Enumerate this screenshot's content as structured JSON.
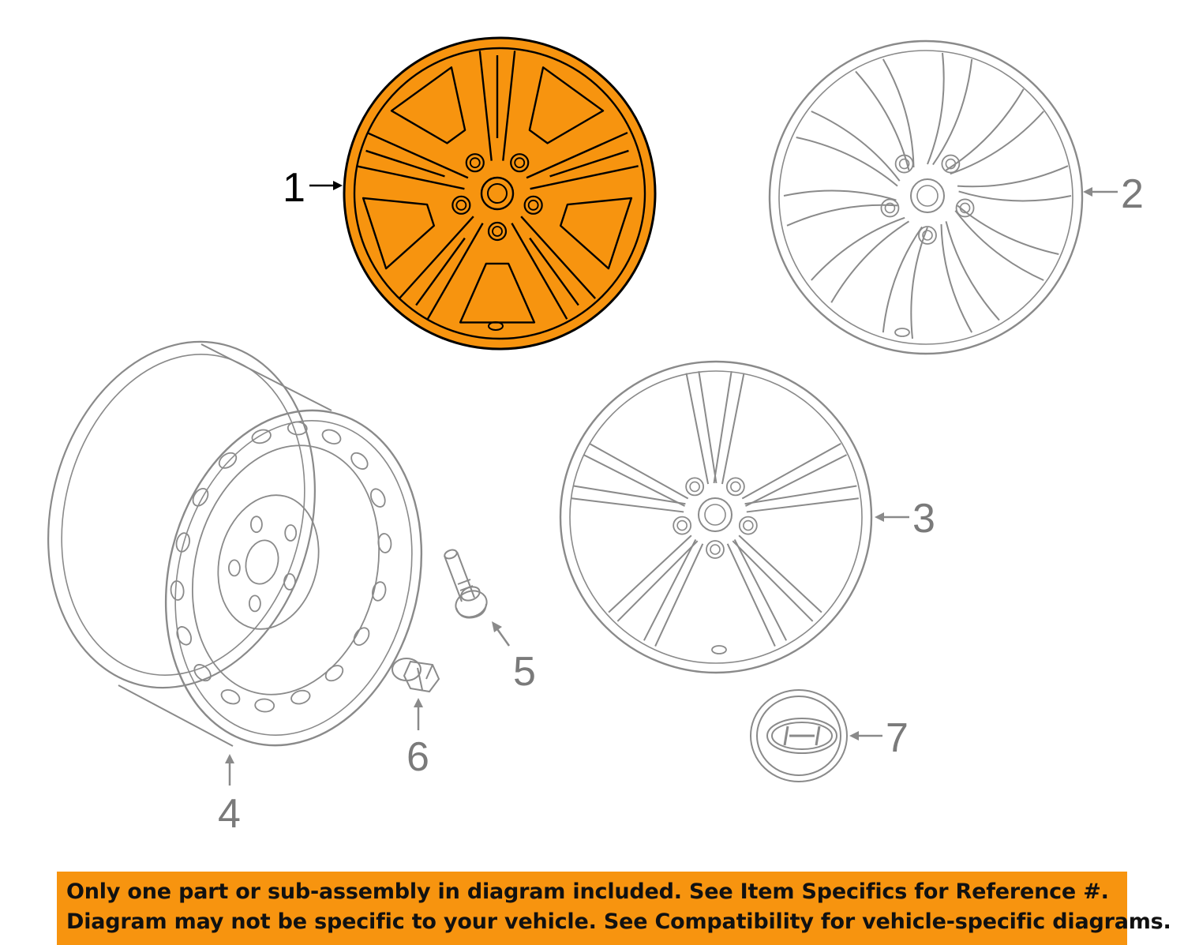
{
  "colors": {
    "highlight": "#f7940f",
    "line": "#8a8a8a",
    "highlight_line": "#000000",
    "label": "#7a7a7a",
    "highlight_label": "#000000",
    "banner_bg": "#f7940f",
    "banner_text": "#111111"
  },
  "parts": [
    {
      "number": "1",
      "name": "alloy-wheel-5-split-spoke",
      "highlighted": true
    },
    {
      "number": "2",
      "name": "alloy-wheel-twisted-spoke",
      "highlighted": false
    },
    {
      "number": "3",
      "name": "alloy-wheel-double-spoke",
      "highlighted": false
    },
    {
      "number": "4",
      "name": "steel-spare-wheel",
      "highlighted": false
    },
    {
      "number": "5",
      "name": "wheel-stud",
      "highlighted": false
    },
    {
      "number": "6",
      "name": "lug-nut",
      "highlighted": false
    },
    {
      "number": "7",
      "name": "center-cap",
      "highlighted": false,
      "icon": "hyundai-logo-icon"
    }
  ],
  "banner": {
    "line1": "Only one part or sub-assembly in diagram included. See Item Specifics for Reference #.",
    "line2": "Diagram may not be specific to your vehicle. See Compatibility for vehicle-specific diagrams."
  }
}
